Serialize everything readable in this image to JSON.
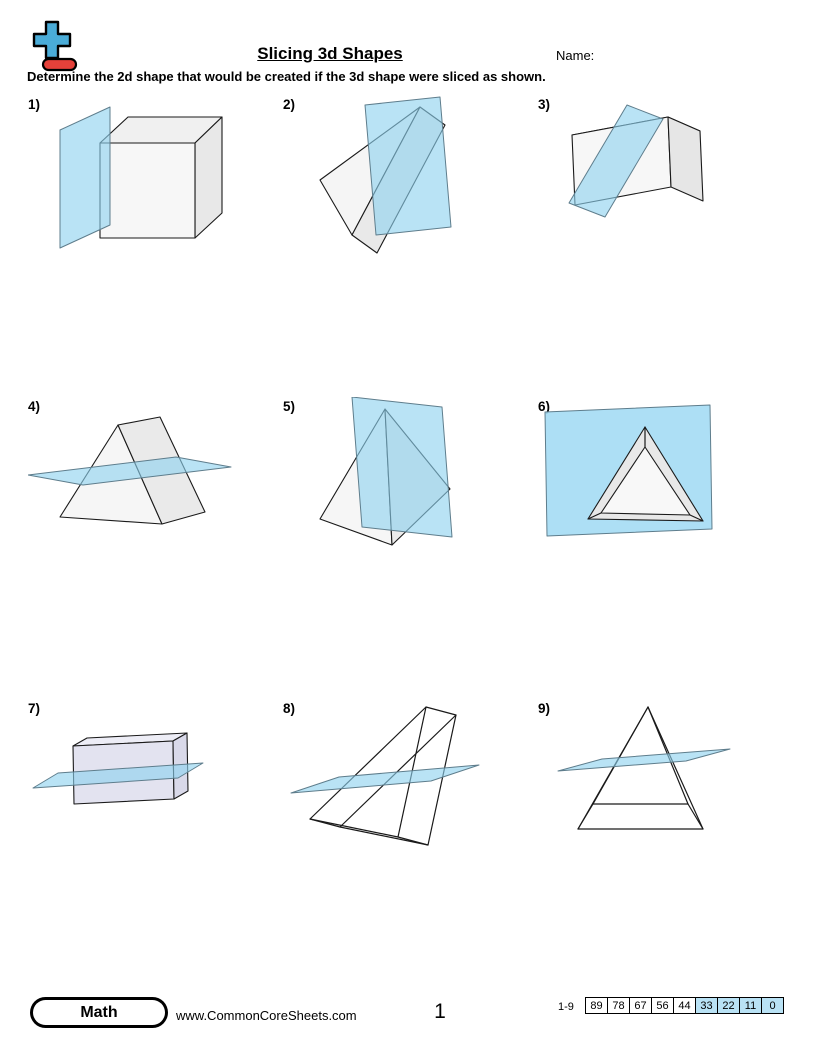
{
  "page": {
    "title": "Slicing 3d Shapes",
    "name_label": "Name:",
    "instruction": "Determine the 2d shape that would be created if the 3d shape were sliced as shown."
  },
  "logo": {
    "name": "commoncoresheets-plus-minus-logo",
    "plus_color": "#4AACD8",
    "minus_color": "#E5413A"
  },
  "colors": {
    "slice_plane": "#8ED2EF",
    "slice_plane_stroke": "#5E7D8C",
    "shape_fill": "#F2F2F2",
    "shape_fill_lavender": "#E3E3F0",
    "score_highlight": "#B9E2F5"
  },
  "problems": [
    {
      "number": "1)",
      "shape": "cube-vertical-slice"
    },
    {
      "number": "2)",
      "shape": "triangular-prism-vertical-slice"
    },
    {
      "number": "3)",
      "shape": "rectangular-prism-diagonal-slice"
    },
    {
      "number": "4)",
      "shape": "triangular-prism-horizontal-slice"
    },
    {
      "number": "5)",
      "shape": "square-pyramid-vertical-slice"
    },
    {
      "number": "6)",
      "shape": "triangular-prism-vertical-slice-parallel-to-base"
    },
    {
      "number": "7)",
      "shape": "rectangular-prism-horizontal-slice"
    },
    {
      "number": "8)",
      "shape": "triangular-prism-wireframe-horizontal-slice"
    },
    {
      "number": "9)",
      "shape": "square-pyramid-wireframe-horizontal-slice"
    }
  ],
  "footer": {
    "subject": "Math",
    "website": "www.CommonCoreSheets.com",
    "page_number": "1",
    "range_label": "1-9",
    "score_cells": [
      {
        "value": "89",
        "highlighted": false
      },
      {
        "value": "78",
        "highlighted": false
      },
      {
        "value": "67",
        "highlighted": false
      },
      {
        "value": "56",
        "highlighted": false
      },
      {
        "value": "44",
        "highlighted": false
      },
      {
        "value": "33",
        "highlighted": true
      },
      {
        "value": "22",
        "highlighted": true
      },
      {
        "value": "11",
        "highlighted": true
      },
      {
        "value": "0",
        "highlighted": true
      }
    ]
  }
}
